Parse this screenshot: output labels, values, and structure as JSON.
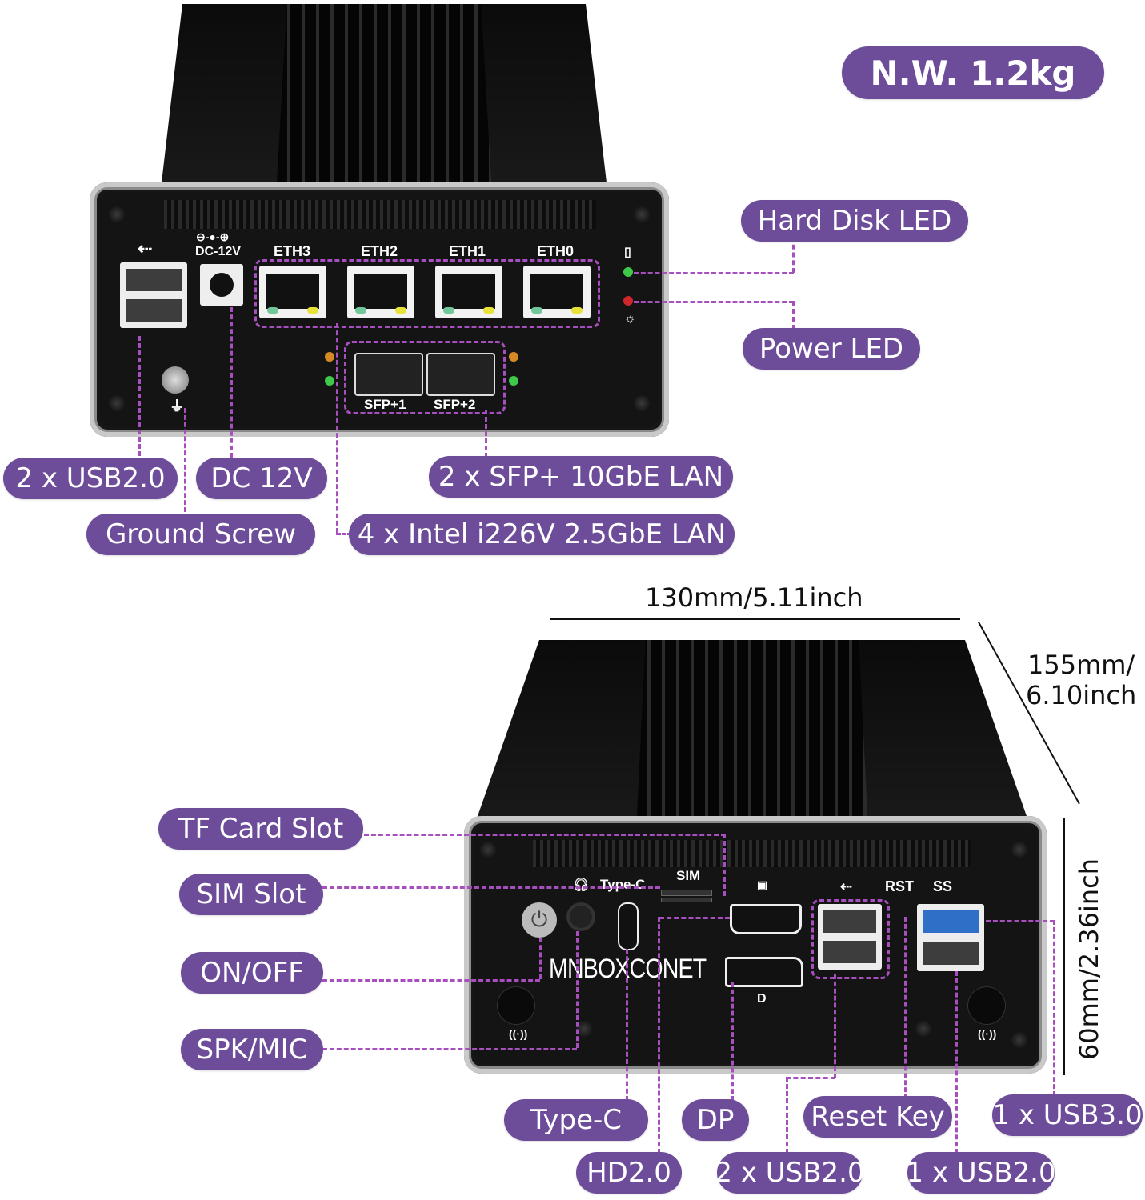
{
  "weight_badge": "N.W. 1.2kg",
  "top_device": {
    "port_labels": {
      "dc": "DC-12V",
      "eth": [
        "ETH3",
        "ETH2",
        "ETH1",
        "ETH0"
      ],
      "sfp": [
        "SFP+1",
        "SFP+2"
      ]
    },
    "callouts": {
      "hard_disk_led": "Hard Disk LED",
      "power_led": "Power LED",
      "usb": "2 x USB2.0",
      "dc": "DC 12V",
      "sfp": "2 x SFP+ 10GbE LAN",
      "ground": "Ground Screw",
      "lan": "4 x Intel i226V 2.5GbE LAN"
    }
  },
  "dimensions": {
    "width": "130mm/5.11inch",
    "depth_line1": "155mm/",
    "depth_line2": "6.10inch",
    "height": "60mm/2.36inch"
  },
  "bottom_device": {
    "brand": "MNBOXCONET",
    "port_labels": {
      "typec": "Type-C",
      "sim": "SIM",
      "rst": "RST",
      "ss": "SS"
    },
    "callouts": {
      "tf": "TF Card Slot",
      "sim": "SIM Slot",
      "onoff": "ON/OFF",
      "spk": "SPK/MIC",
      "typec": "Type-C",
      "dp": "DP",
      "reset": "Reset Key",
      "usb3": "1 x USB3.0",
      "hd": "HD2.0",
      "usb2x2": "2 x USB2.0",
      "usb2x1": "1 x USB2.0"
    }
  },
  "colors": {
    "accent": "#6d4c9a",
    "leader": "#a84fc0"
  }
}
